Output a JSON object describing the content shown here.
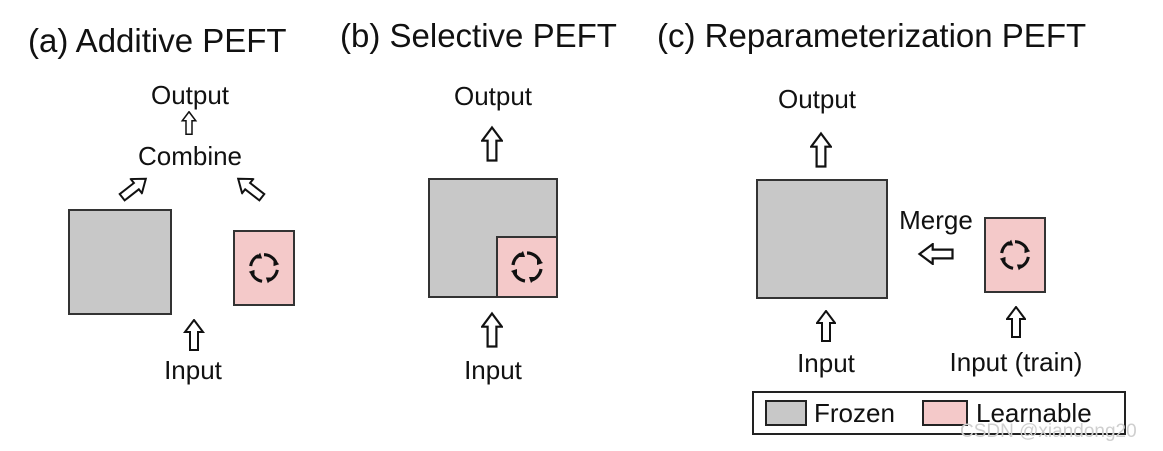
{
  "panels": [
    {
      "title": "(a) Additive PEFT",
      "output_label": "Output",
      "combine_label": "Combine",
      "input_label": "Input"
    },
    {
      "title": "(b) Selective PEFT",
      "output_label": "Output",
      "input_label": "Input"
    },
    {
      "title": "(c) Reparameterization PEFT",
      "output_label": "Output",
      "merge_label": "Merge",
      "input_label": "Input",
      "input_train_label": "Input (train)"
    }
  ],
  "legend": {
    "frozen": {
      "label": "Frozen",
      "color": "#c8c8c8"
    },
    "learnable": {
      "label": "Learnable",
      "color": "#f4c9c9"
    }
  },
  "watermark": "CSDN @xiandong20",
  "icons": {
    "arrow": "hollow-arrow-icon",
    "trainable": "rotating-arrows-icon"
  }
}
